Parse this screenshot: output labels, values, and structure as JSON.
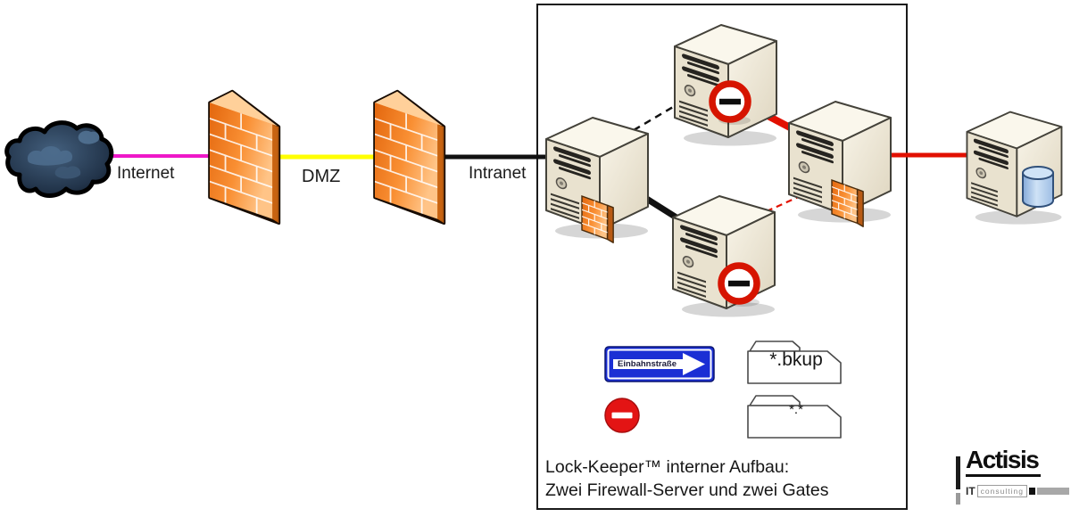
{
  "diagram": {
    "zones": {
      "internet_label": "Internet",
      "dmz_label": "DMZ",
      "intranet_label": "Intranet"
    },
    "lock_keeper_box": {
      "caption_line1": "Lock-Keeper™ interner Aufbau:",
      "caption_line2": "Zwei Firewall-Server und zwei Gates"
    },
    "legend": {
      "one_way_sign_label": "Einbahnstraße",
      "backup_folder_label": "*.bkup",
      "all_files_folder_label": "*.*"
    },
    "icons": {
      "cloud": "internet-cloud-icon",
      "firewall": "firewall-brick-wall-icon",
      "server": "server-tower-icon",
      "mini_firewall": "server-firewall-icon",
      "no_entry": "no-entry-sign-icon",
      "one_way": "one-way-street-sign-icon",
      "folder": "folder-icon",
      "database": "database-cylinder-icon"
    },
    "colors": {
      "internet_link": "#ee18c8",
      "dmz_link": "#ffff00",
      "intranet_link": "#111111",
      "gate_blocked_link": "#e21000",
      "firewall_orange": "#ef7c1e",
      "one_way_sign_blue": "#1b2fd4",
      "no_entry_red": "#e01010"
    }
  },
  "branding": {
    "company_name": "Actisis",
    "sub_brand_prefix": "IT",
    "sub_brand": "consulting"
  }
}
